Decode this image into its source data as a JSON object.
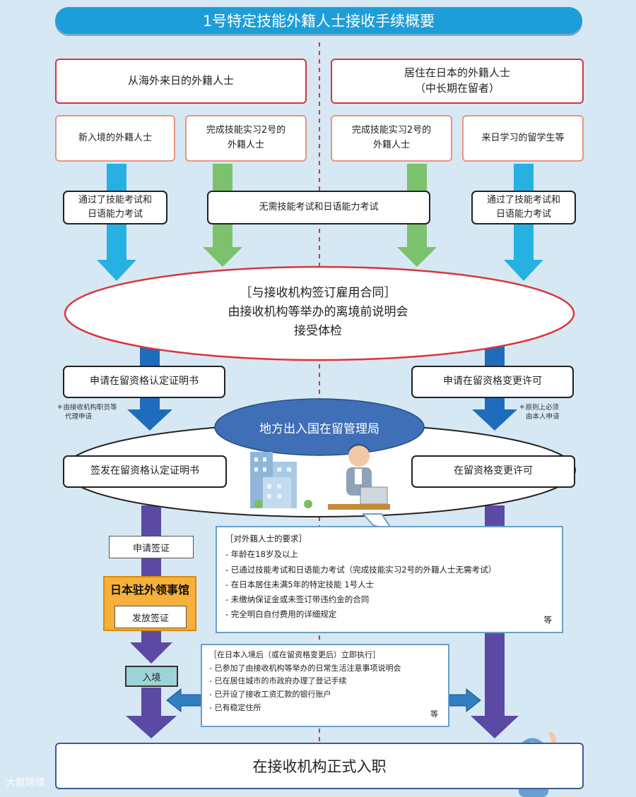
{
  "title": "1号特定技能外籍人士接收手续概要",
  "columns": {
    "left_header": "从海外来日的外籍人士",
    "right_header": [
      "居住在日本的外籍人士",
      "（中长期在留者）"
    ]
  },
  "categories": {
    "new_entry": "新入境的外籍人士",
    "tech_intern_left": [
      "完成技能实习2号的",
      "外籍人士"
    ],
    "tech_intern_right": [
      "完成技能实习2号的",
      "外籍人士"
    ],
    "students": "来日学习的留学生等"
  },
  "exams": {
    "left_passed": [
      "通过了技能考试和",
      "日语能力考试"
    ],
    "no_exam": "无需技能考试和日语能力考试",
    "right_passed": [
      "通过了技能考试和",
      "日语能力考试"
    ]
  },
  "contract_ellipse": [
    "［与接收机构签订雇用合同］",
    "由接收机构等举办的离境前说明会",
    "接受体检"
  ],
  "applications": {
    "left": "申请在留资格认定证明书",
    "right": "申请在留资格变更许可",
    "note_left": [
      "＊由接收机构职员等",
      "代理申请"
    ],
    "note_right": [
      "＊原则上必须",
      "由本人申请"
    ]
  },
  "bureau": "地方出入国在留管理局",
  "issuance": {
    "left": "签发在留资格认定证明书",
    "right": "在留资格变更许可"
  },
  "requirements": {
    "title": "［对外籍人士的要求］",
    "items": [
      "- 年龄在18岁及以上",
      "- 已通过技能考试和日语能力考试（完成技能实习2号的外籍人士无需考试）",
      "- 在日本居住未满5年的特定技能 1号人士",
      "- 未缴纳保证金或未签订带违约金的合同",
      "- 完全明白自付费用的详细规定"
    ],
    "etc": "等"
  },
  "visa": {
    "apply": "申请签证",
    "consulate": "日本驻外领事馆",
    "issue": "发放签证",
    "entry": "入境"
  },
  "after_entry": {
    "title": "［在日本入境后（或在留资格变更后）立即执行］",
    "items": [
      "- 已参加了由接收机构等举办的日常生活注意事项说明会",
      "- 已在居住城市的市政府办理了登记手续",
      "- 已开设了接收工资汇款的银行账户",
      "- 已有稳定住所"
    ],
    "etc": "等"
  },
  "final": "在接收机构正式入职",
  "watermark": "大数跨境",
  "colors": {
    "title_bar": "#1e9ed8",
    "red_border": "#d9343c",
    "salmon_border": "#e99482",
    "arrow_cyan": "#27b1e3",
    "arrow_green": "#7cc26c",
    "arrow_blue": "#1f6cbd",
    "arrow_purple": "#5b4aa3",
    "consulate": "#f6b13a",
    "background": "#d6e8f4"
  },
  "icons": [
    "buildings-icon",
    "office-worker-icon",
    "saluting-worker-icon"
  ]
}
